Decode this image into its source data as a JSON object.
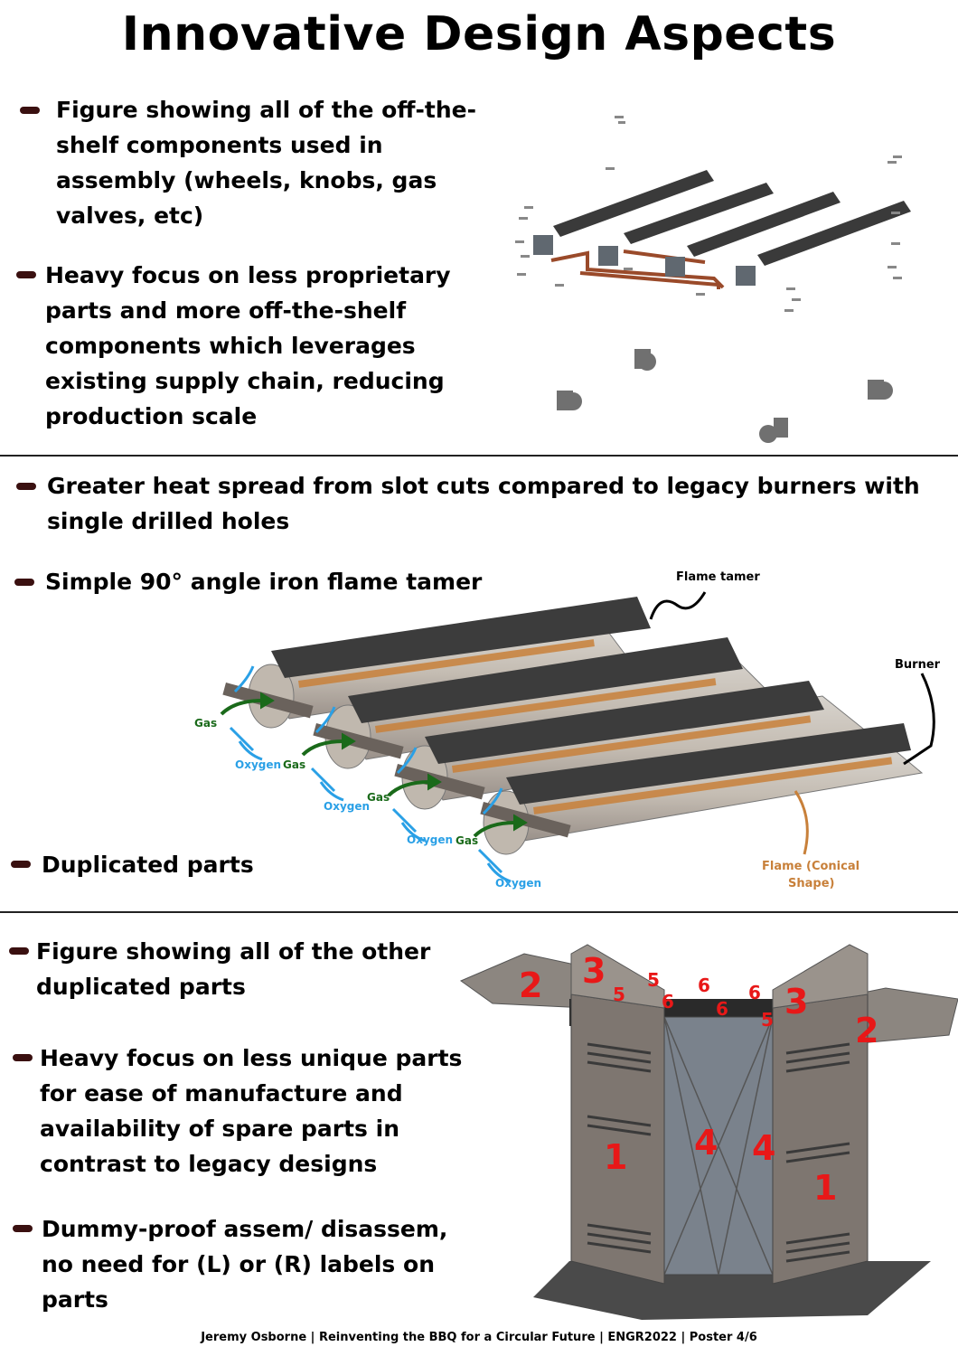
{
  "title": "Innovative Design Aspects",
  "section1": {
    "bullets": [
      "Figure showing all of the off-the-shelf components used in assembly (wheels, knobs, gas valves, etc)",
      "Heavy focus on less proprietary parts and more off-the-shelf components which leverages existing supply chain, reducing production scale"
    ]
  },
  "section2": {
    "bullets": [
      "Greater heat spread from slot cuts compared to legacy burners with single drilled holes",
      "Simple 90° angle iron flame tamer",
      "Duplicated parts"
    ],
    "labels": {
      "flame_tamer": "Flame tamer",
      "burner": "Burner",
      "gas": "Gas",
      "oxygen": "Oxygen",
      "flame_line1": "Flame (Conical",
      "flame_line2": "Shape)"
    }
  },
  "section3": {
    "bullets": [
      "Figure showing all of the other duplicated parts",
      "Heavy focus on less unique parts for ease of manufacture and availability of spare parts in contrast to legacy designs",
      "Dummy-proof assem/ disassem, no need for (L) or (R) labels on parts"
    ],
    "part_numbers": [
      "1",
      "2",
      "3",
      "4",
      "5",
      "6"
    ]
  },
  "footer": "Jeremy Osborne | Reinventing the BBQ for a Circular Future | ENGR2022 | Poster 4/6",
  "colors": {
    "dash": "#3a1010",
    "gas": "#1a6a1a",
    "oxygen": "#2aa0e6",
    "flame": "#c8803a",
    "part_number": "#e81818"
  }
}
